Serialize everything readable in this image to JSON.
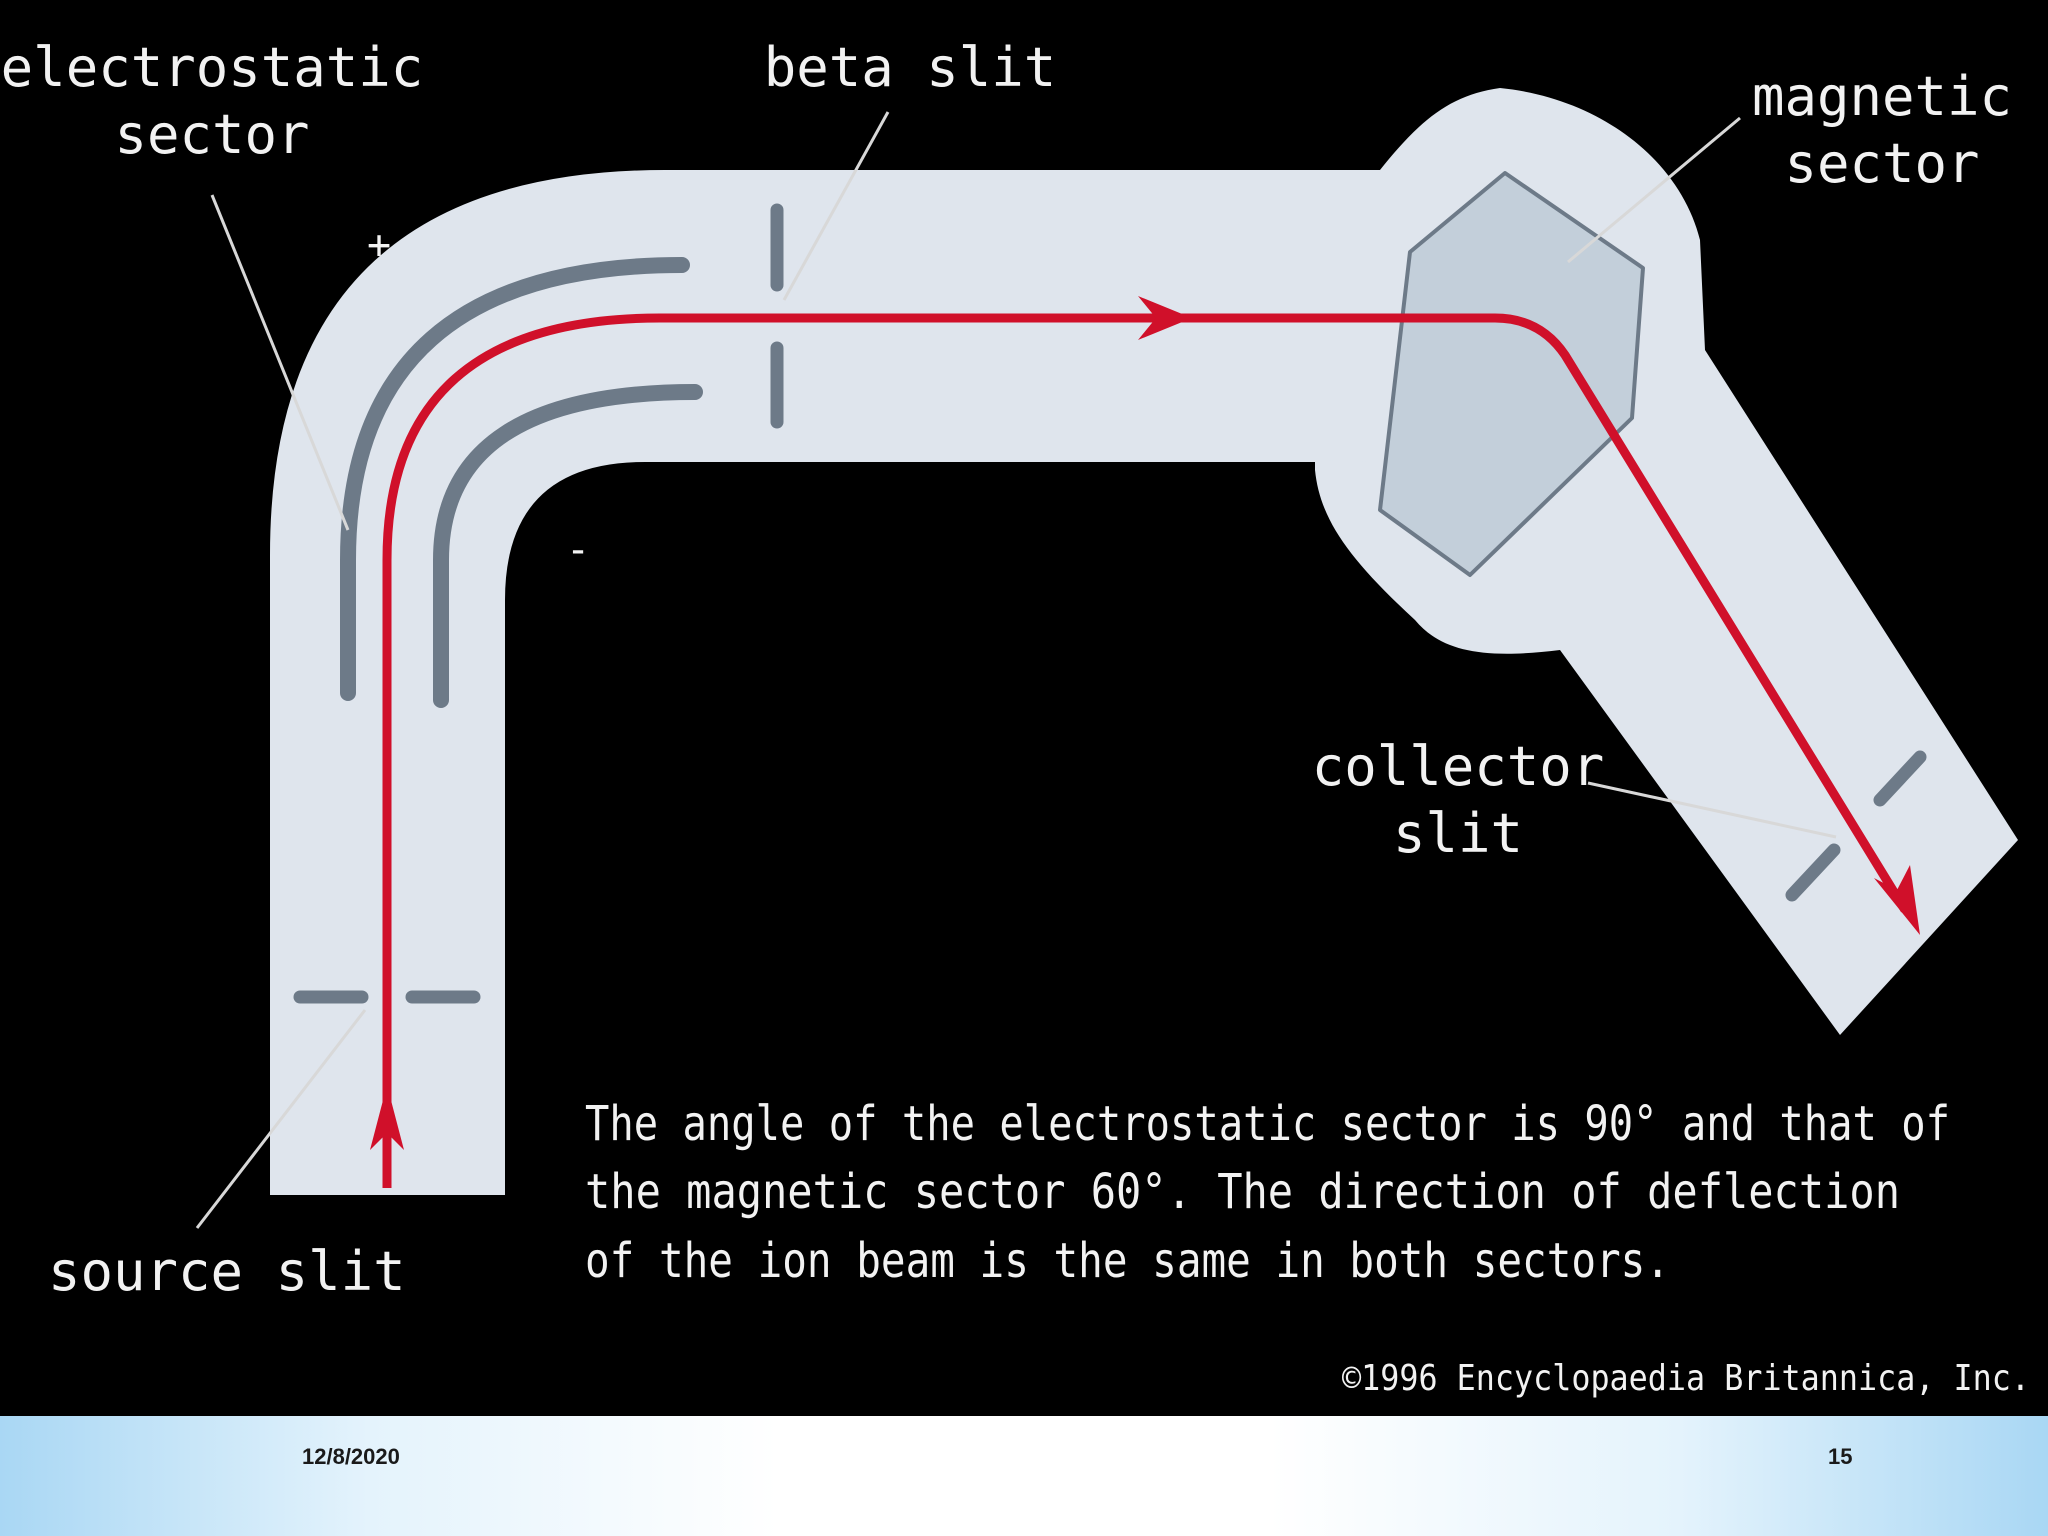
{
  "diagram": {
    "labels": {
      "electrostatic_sector": [
        "electrostatic",
        "sector"
      ],
      "beta_slit": "beta slit",
      "magnetic_sector": [
        "magnetic",
        "sector"
      ],
      "collector_slit": [
        "collector",
        "slit"
      ],
      "source_slit": "source slit",
      "plus": "+",
      "minus": "-"
    },
    "caption": [
      "The angle of the electrostatic sector is 90° and that of",
      "the magnetic sector 60°.  The direction of deflection",
      "of the ion beam is the same in both sectors."
    ],
    "credit": "©1996 Encyclopaedia Britannica, Inc.",
    "colors": {
      "background": "#000000",
      "tube": "#dfe5ed",
      "electrode": "#6d7a88",
      "magnet": "#c3cfda",
      "beam": "#d0102a",
      "text": "#f2f2f2"
    }
  },
  "footer": {
    "date": "12/8/2020",
    "page": "15"
  }
}
